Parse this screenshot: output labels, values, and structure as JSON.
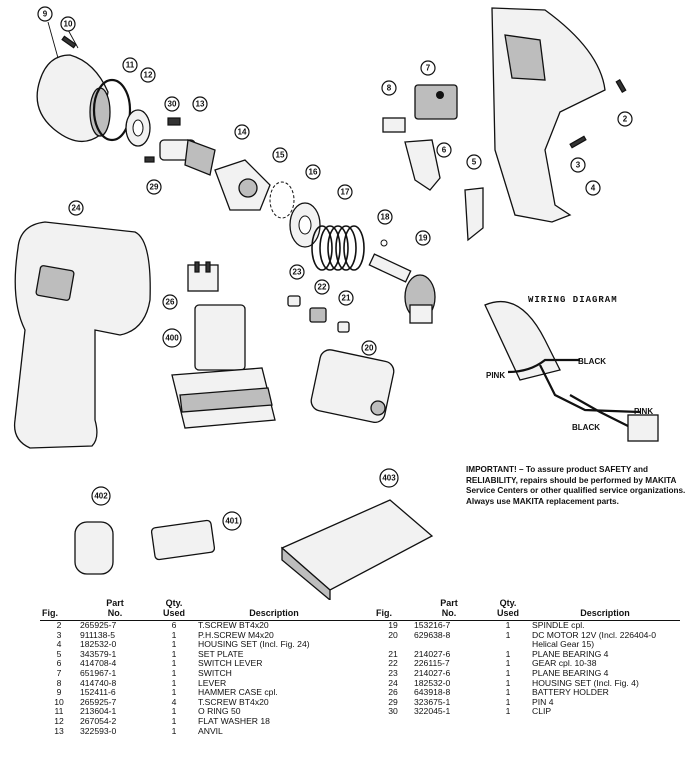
{
  "callouts": [
    "2",
    "3",
    "4",
    "5",
    "6",
    "7",
    "8",
    "9",
    "10",
    "11",
    "12",
    "13",
    "14",
    "15",
    "16",
    "17",
    "18",
    "19",
    "20",
    "21",
    "22",
    "23",
    "24",
    "26",
    "29",
    "30",
    "400",
    "401",
    "402",
    "403"
  ],
  "wiring": {
    "title": "WIRING DIAGRAM",
    "labels": [
      "BLACK",
      "PINK",
      "PINK",
      "BLACK"
    ]
  },
  "important": "IMPORTANT! – To assure product SAFETY and RELIABILITY, repairs should be performed by MAKITA Service Centers or other qualified service organizations. Always use MAKITA replacement parts.",
  "table": {
    "headers": {
      "fig": "Fig.",
      "part_no": [
        "Part",
        "No."
      ],
      "qty": [
        "Qty.",
        "Used"
      ],
      "desc": "Description"
    },
    "rows": [
      [
        [
          "2",
          "265925-7",
          "6",
          "T.SCREW BT4x20"
        ],
        [
          "19",
          "153216-7",
          "1",
          "SPINDLE cpl."
        ]
      ],
      [
        [
          "3",
          "911138-5",
          "1",
          "P.H.SCREW M4x20"
        ],
        [
          "20",
          "629638-8",
          "1",
          "DC MOTOR 12V (Incl. 226404-0"
        ]
      ],
      [
        [
          "4",
          "182532-0",
          "1",
          "HOUSING SET (Incl. Fig. 24)"
        ],
        [
          "",
          "",
          "",
          "Helical Gear 15)"
        ]
      ],
      [
        [
          "5",
          "343579-1",
          "1",
          "SET PLATE"
        ],
        [
          "21",
          "214027-6",
          "1",
          "PLANE BEARING 4"
        ]
      ],
      [
        [
          "6",
          "414708-4",
          "1",
          "SWITCH LEVER"
        ],
        [
          "22",
          "226115-7",
          "1",
          "GEAR cpl. 10-38"
        ]
      ],
      [
        [
          "7",
          "651967-1",
          "1",
          "SWITCH"
        ],
        [
          "23",
          "214027-6",
          "1",
          "PLANE BEARING 4"
        ]
      ],
      [
        [
          "8",
          "414740-8",
          "1",
          "LEVER"
        ],
        [
          "24",
          "182532-0",
          "1",
          "HOUSING SET (Incl. Fig. 4)"
        ]
      ],
      [
        [
          "9",
          "152411-6",
          "1",
          "HAMMER CASE cpl."
        ],
        [
          "26",
          "643918-8",
          "1",
          "BATTERY HOLDER"
        ]
      ],
      [
        [
          "10",
          "265925-7",
          "4",
          "T.SCREW BT4x20"
        ],
        [
          "29",
          "323675-1",
          "1",
          "PIN 4"
        ]
      ],
      [
        [
          "11",
          "213604-1",
          "1",
          "O RING 50"
        ],
        [
          "30",
          "322045-1",
          "1",
          "CLIP"
        ]
      ],
      [
        [
          "12",
          "267054-2",
          "1",
          "FLAT WASHER 18"
        ],
        [
          "",
          "",
          "",
          ""
        ]
      ],
      [
        [
          "13",
          "322593-0",
          "1",
          "ANVIL"
        ],
        [
          "",
          "",
          "",
          ""
        ]
      ]
    ]
  }
}
